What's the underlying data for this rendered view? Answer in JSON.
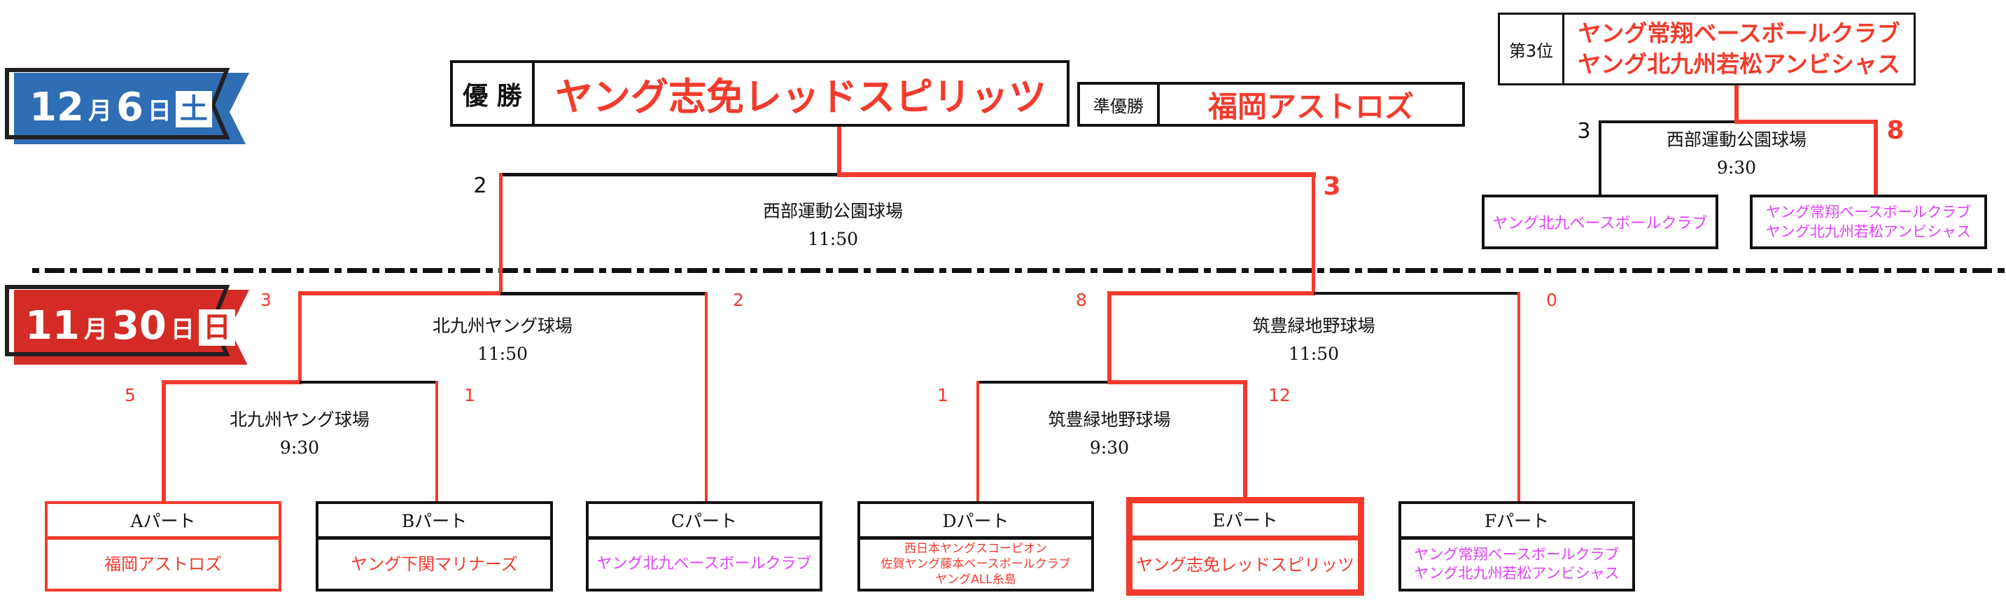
{
  "banners": {
    "final_day": {
      "month": "12",
      "month_unit": "月",
      "day": "6",
      "day_unit": "日",
      "weekday": "土",
      "color": "#2f6db5"
    },
    "first_day": {
      "month": "11",
      "month_unit": "月",
      "day": "30",
      "day_unit": "日",
      "weekday": "日",
      "color": "#d42b27"
    }
  },
  "results": {
    "champion": {
      "label": "優 勝",
      "team": "ヤング志免レッドスピリッツ"
    },
    "runner_up": {
      "label": "準優勝",
      "team": "福岡アストロズ"
    },
    "third": {
      "label": "第3位",
      "teams": [
        "ヤング常翔ベースボールクラブ",
        "ヤング北九州若松アンビシャス"
      ]
    }
  },
  "final": {
    "venue": "西部運動公園球場",
    "time": "11:50",
    "score_left": "2",
    "score_right": "3"
  },
  "third_place_game": {
    "venue": "西部運動公園球場",
    "time": "9:30",
    "score_left": "3",
    "score_right": "8",
    "left_team": "ヤング北九ベースボールクラブ",
    "right_teams": [
      "ヤング常翔ベースボールクラブ",
      "ヤング北九州若松アンビシャス"
    ]
  },
  "semis": [
    {
      "venue": "北九州ヤング球場",
      "time": "11:50",
      "score_left": "3",
      "score_right": "2"
    },
    {
      "venue": "筑豊緑地野球場",
      "time": "11:50",
      "score_left": "8",
      "score_right": "0"
    }
  ],
  "quarters": [
    {
      "venue": "北九州ヤング球場",
      "time": "9:30",
      "score_left": "5",
      "score_right": "1"
    },
    {
      "venue": "筑豊緑地野球場",
      "time": "9:30",
      "score_left": "1",
      "score_right": "12"
    }
  ],
  "parts": [
    {
      "label": "Aパート",
      "teams": [
        "福岡アストロズ"
      ]
    },
    {
      "label": "Bパート",
      "teams": [
        "ヤング下関マリナーズ"
      ]
    },
    {
      "label": "Cパート",
      "teams": [
        "ヤング北九ベースボールクラブ"
      ]
    },
    {
      "label": "Dパート",
      "teams": [
        "西日本ヤングスコーピオン",
        "佐賀ヤング藤本ベースボールクラブ",
        "ヤングALL糸島"
      ]
    },
    {
      "label": "Eパート",
      "teams": [
        "ヤング志免レッドスピリッツ"
      ]
    },
    {
      "label": "Fパート",
      "teams": [
        "ヤング常翔ベースボールクラブ",
        "ヤング北九州若松アンビシャス"
      ]
    }
  ]
}
